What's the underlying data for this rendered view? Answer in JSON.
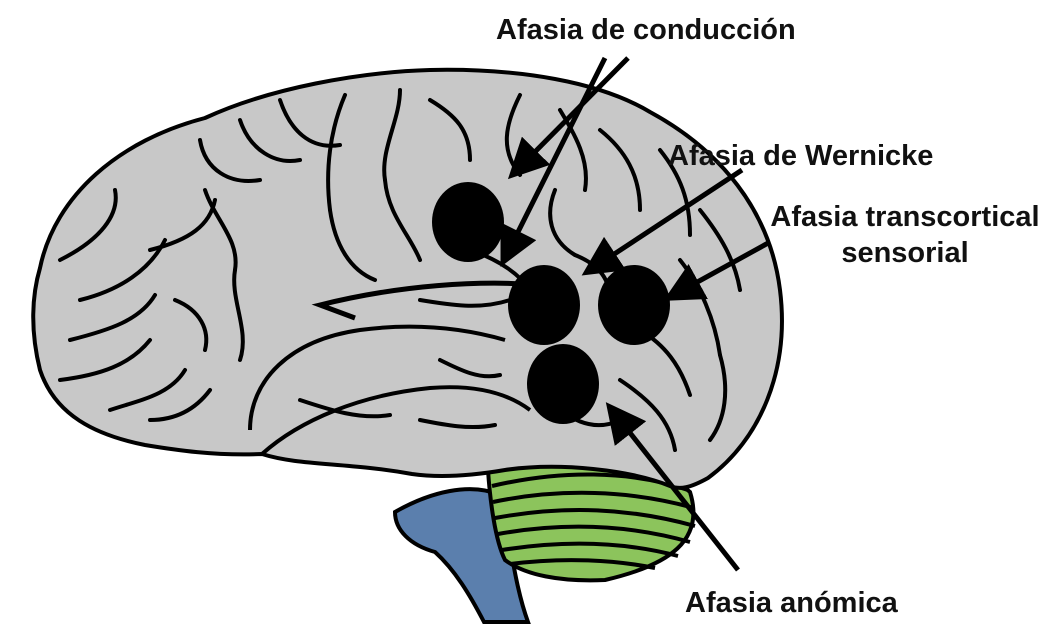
{
  "labels": {
    "conduction": "Afasia de conducción",
    "wernicke": "Afasia de Wernicke",
    "transcortical_line1": "Afasia transcortical",
    "transcortical_line2": "sensorial",
    "anomic": "Afasia anómica"
  },
  "colors": {
    "cortex": "#c8c8c8",
    "outline": "#000000",
    "cerebellum": "#8cc45c",
    "brainstem": "#5b7fad",
    "lesion": "#000000",
    "background": "#ffffff"
  },
  "icons": {
    "lesion_marker": "filled-black-circle",
    "pointer": "arrow"
  }
}
